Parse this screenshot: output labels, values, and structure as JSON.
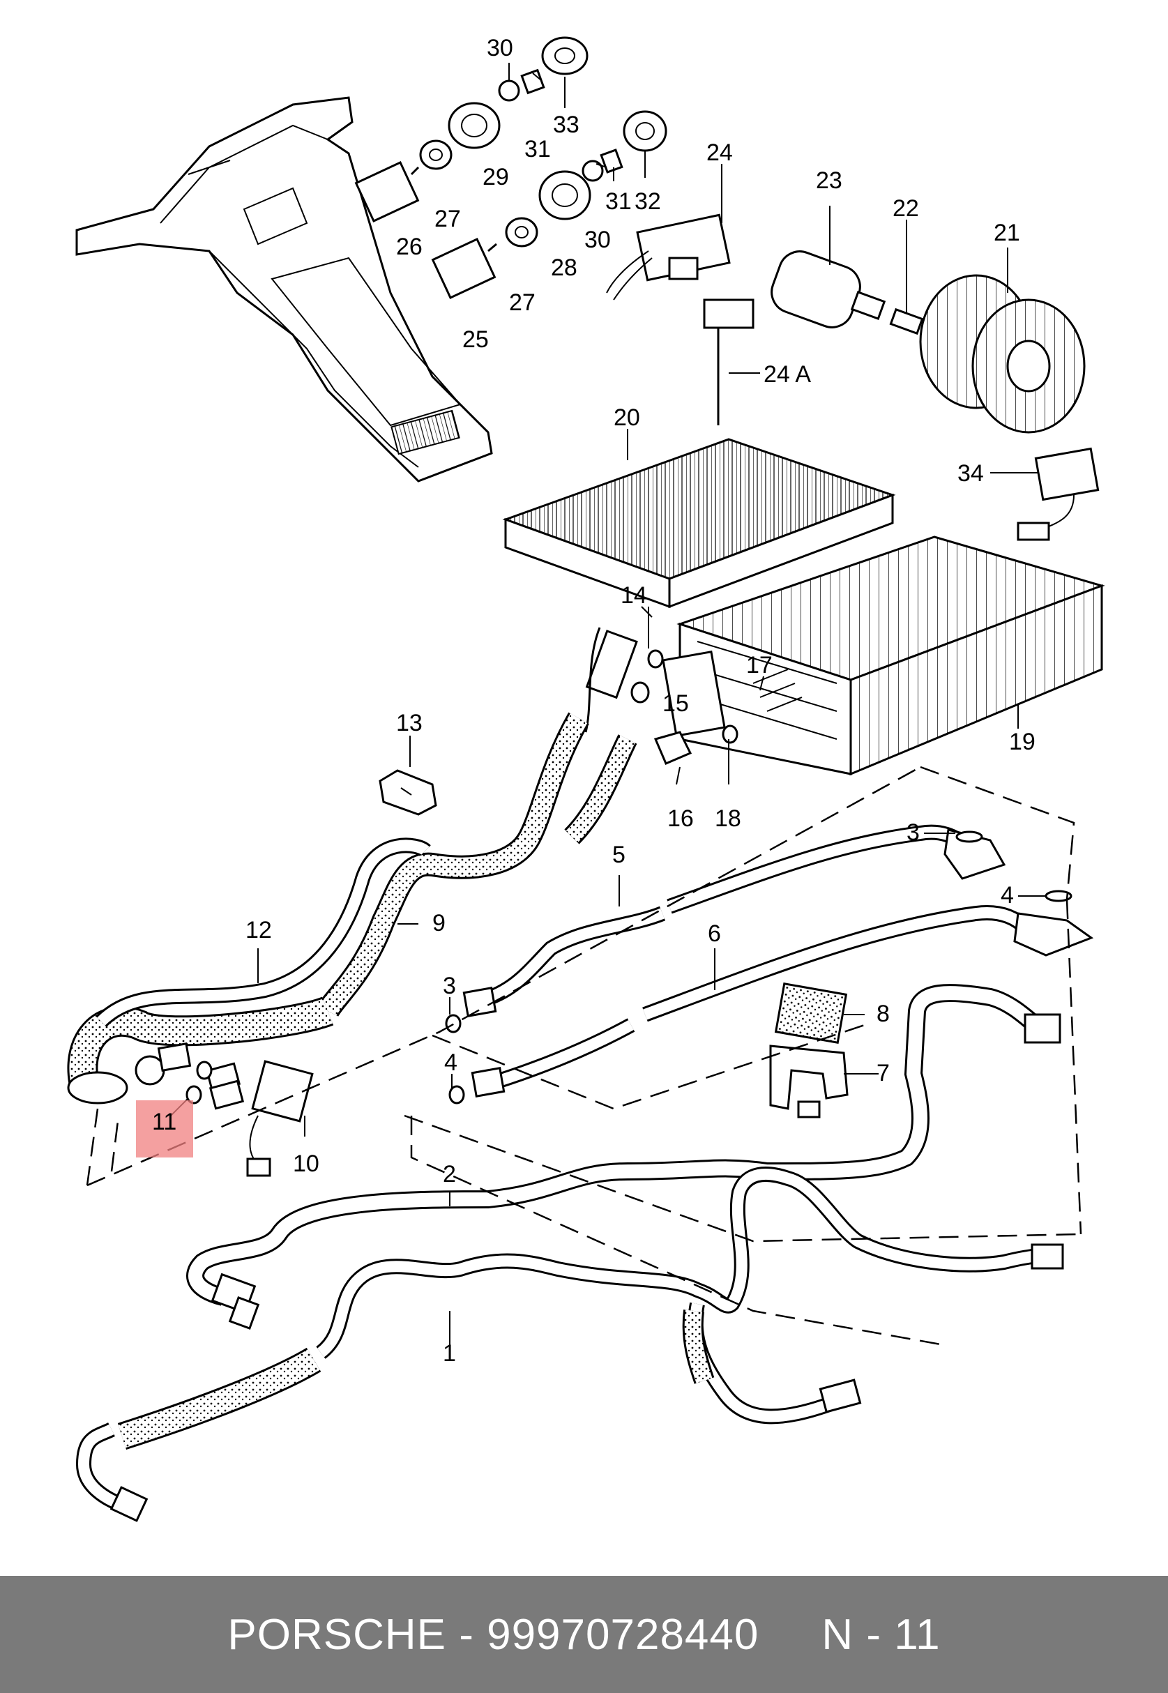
{
  "diagram": {
    "callouts": [
      "1",
      "2",
      "3",
      "3",
      "4",
      "4",
      "5",
      "6",
      "7",
      "8",
      "9",
      "10",
      "11",
      "12",
      "13",
      "14",
      "15",
      "16",
      "17",
      "18",
      "19",
      "20",
      "21",
      "22",
      "23",
      "24",
      "24 A",
      "25",
      "26",
      "27",
      "27",
      "28",
      "29",
      "30",
      "30",
      "31",
      "31",
      "32",
      "33",
      "34"
    ],
    "highlighted_callout": "11",
    "highlight_color": "#f08080"
  },
  "caption": {
    "brand_part": "PORSCHE - 99970728440",
    "reference": "N - 11"
  }
}
